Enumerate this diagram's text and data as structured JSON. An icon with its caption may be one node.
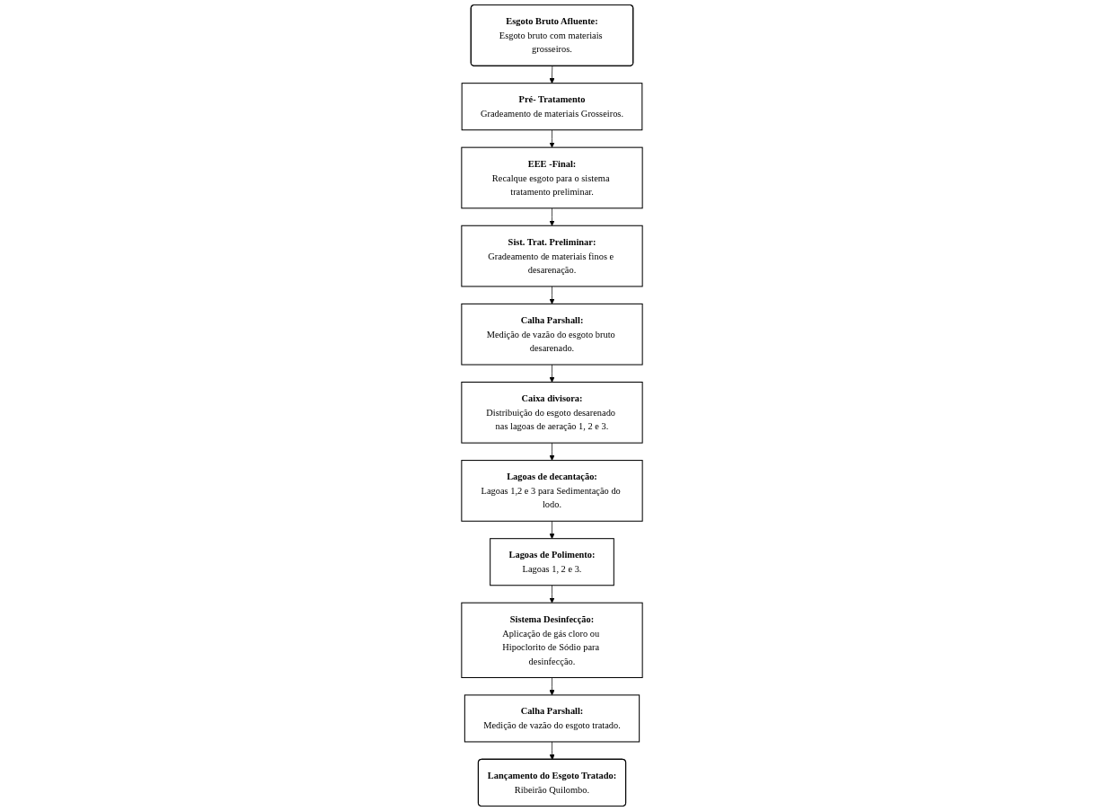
{
  "diagram": {
    "nodes": [
      {
        "text": [
          "Esgoto Bruto Afluente:",
          "Esgoto bruto com materiais grosseiros."
        ]
      },
      {
        "text": [
          "Pré- Tratamento",
          "Gradeamento de materiais Grosseiros."
        ]
      },
      {
        "text": [
          "EEE -Final:",
          "Recalque esgoto para o sistema tratamento preliminar."
        ]
      },
      {
        "text": [
          "Sist. Trat. Preliminar:",
          "Gradeamento de materiais finos e desarenação."
        ]
      },
      {
        "text": [
          "Calha Parshall:",
          "Medição de vazão do esgoto bruto desarenado."
        ]
      },
      {
        "text": [
          "Caixa divisora:",
          "Distribuição do esgoto desarenado nas lagoas de aeração 1, 2 e 3."
        ]
      },
      {
        "text": [
          "Lagoas de decantação:",
          "Lagoas 1,2 e 3 para Sedimentação do lodo."
        ]
      },
      {
        "text": [
          "Lagoas de Polimento:",
          "Lagoas 1, 2 e 3."
        ]
      },
      {
        "text": [
          "Sistema Desinfecção:",
          "Aplicação de gás cloro ou Hipoclorito de Sódio para desinfecção."
        ]
      },
      {
        "text": [
          "Calha Parshall:",
          "Medição de vazão do esgoto tratado."
        ]
      },
      {
        "text": [
          "Lançamento do Esgoto Tratado:",
          "Ribeirão Quilombo."
        ]
      }
    ],
    "edges": [
      {
        "from": 0,
        "to": 1,
        "arrow": "to"
      },
      {
        "from": 1,
        "to": 2,
        "arrow": "to"
      },
      {
        "from": 2,
        "to": 3,
        "arrow": "to"
      },
      {
        "from": 3,
        "to": 4,
        "arrow": "to"
      },
      {
        "from": 4,
        "to": 5,
        "arrow": "to"
      },
      {
        "from": 5,
        "to": 6,
        "arrow": "to"
      },
      {
        "from": 6,
        "to": 7,
        "arrow": "to"
      },
      {
        "from": 7,
        "to": 8,
        "arrow": "to"
      },
      {
        "from": 8,
        "to": 9,
        "arrow": "to"
      },
      {
        "from": 9,
        "to": 10,
        "arrow": "to"
      }
    ]
  }
}
